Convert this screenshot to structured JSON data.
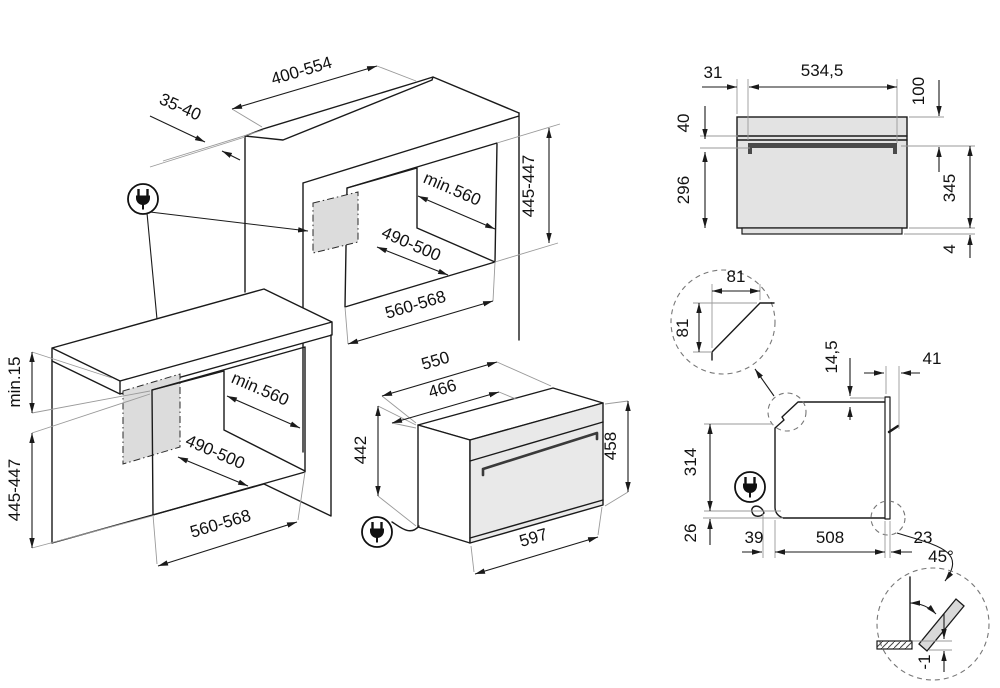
{
  "views": {
    "tall_cabinet": {
      "top_cutout_width": "400-554",
      "top_cutout_depth": "35-40",
      "niche_depth": "min.560",
      "niche_inner_width": "490-500",
      "niche_outer_width": "560-568",
      "niche_height": "445-447"
    },
    "base_cabinet": {
      "worktop_clearance": "min.15",
      "niche_height": "445-447",
      "niche_depth": "min.560",
      "niche_inner_width": "490-500",
      "niche_outer_width": "560-568"
    },
    "oven": {
      "depth_overall": "550",
      "depth_body": "466",
      "height_rear": "442",
      "height_front": "458",
      "width": "597"
    },
    "front_view": {
      "left_offset": "31",
      "bracket_width": "534,5",
      "top_to_bracket": "100",
      "band_height": "40",
      "bracket_to_bottom": "296",
      "bracket_to_base": "345",
      "base_gap": "4"
    },
    "side_view": {
      "chamfer_width": "81",
      "chamfer_height": "81",
      "top_gap": "14,5",
      "front_gap": "41",
      "rear_height": "314",
      "bottom_gap": "26",
      "cable_offset": "39",
      "body_depth": "508",
      "door_thickness": "23"
    },
    "corner_detail": {
      "angle": "45°",
      "floor_offset": "-1"
    },
    "icons": {
      "plug": "power-plug"
    }
  }
}
